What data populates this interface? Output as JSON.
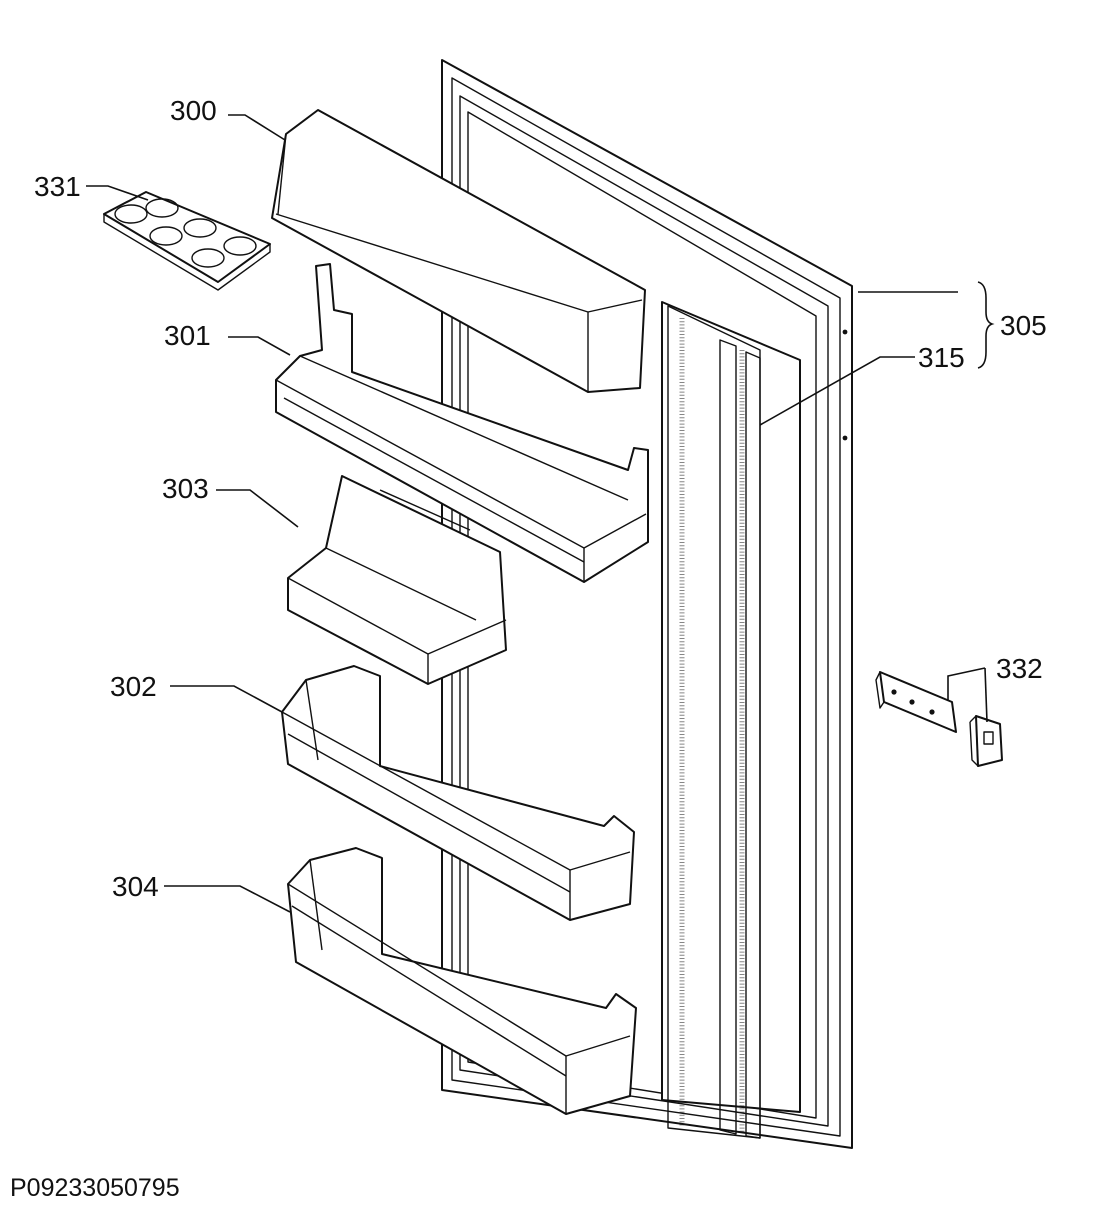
{
  "diagram": {
    "part_numbers": {
      "p300": "300",
      "p331": "331",
      "p301": "301",
      "p303": "303",
      "p302": "302",
      "p304": "304",
      "p305": "305",
      "p315": "315",
      "p332": "332"
    },
    "drawing_code": "P09233050795"
  }
}
